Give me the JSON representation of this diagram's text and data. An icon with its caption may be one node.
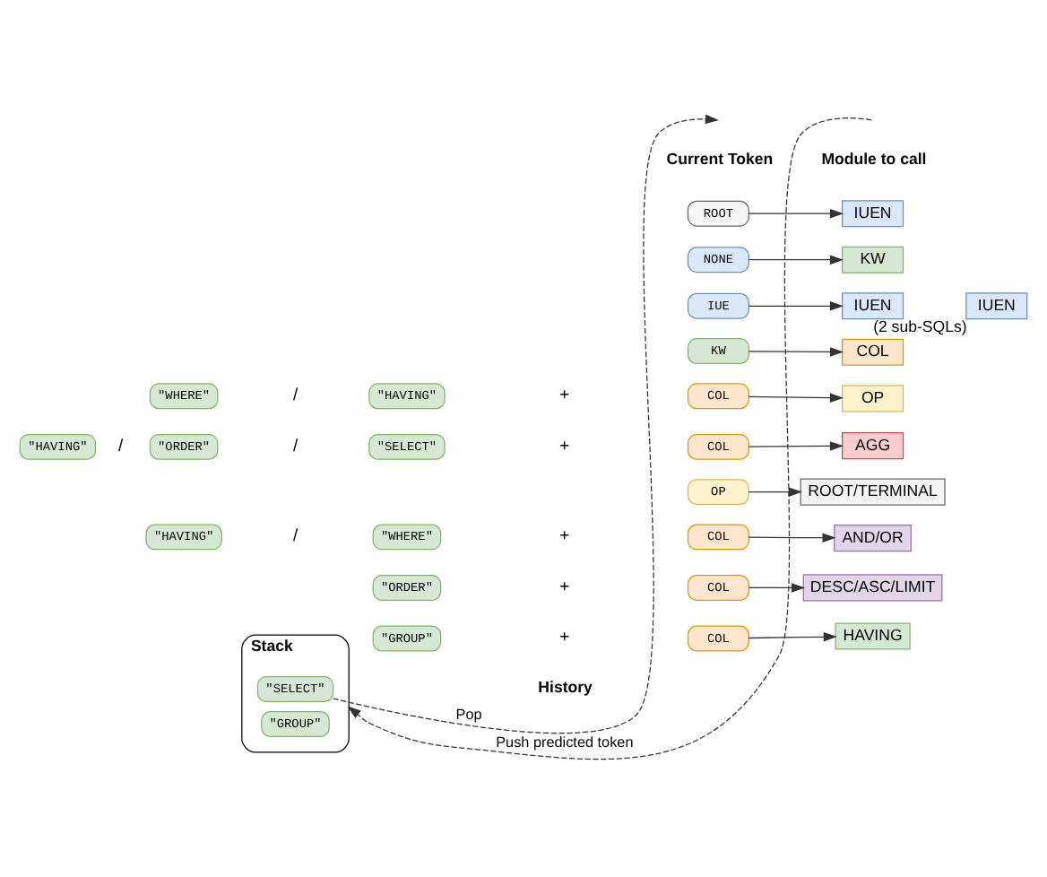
{
  "diagram": {
    "nodes": [
      {
        "text": [
          "Stack"
        ]
      },
      {
        "text": [
          "\"SELECT\""
        ],
        "in": 0
      },
      {
        "text": [
          "\"GROUP\""
        ],
        "in": 0
      },
      {
        "text": [
          "ROOT"
        ]
      },
      {
        "text": [
          "NONE"
        ]
      },
      {
        "text": [
          "IUE"
        ]
      },
      {
        "text": [
          "KW"
        ]
      },
      {
        "text": [
          "COL"
        ]
      },
      {
        "text": [
          "COL"
        ]
      },
      {
        "text": [
          "OP"
        ]
      },
      {
        "text": [
          "COL"
        ]
      },
      {
        "text": [
          "COL"
        ]
      },
      {
        "text": [
          "COL"
        ]
      },
      {
        "text": [
          "IUEN"
        ]
      },
      {
        "text": [
          "KW"
        ]
      },
      {
        "text": [
          "IUEN"
        ]
      },
      {
        "text": [
          "IUEN"
        ],
        "beside": [
          "(2 sub-SQLs)"
        ]
      },
      {
        "text": [
          "COL"
        ]
      },
      {
        "text": [
          "OP"
        ]
      },
      {
        "text": [
          "AGG"
        ]
      },
      {
        "text": [
          "ROOT/TERMINAL"
        ]
      },
      {
        "text": [
          "AND/OR"
        ]
      },
      {
        "text": [
          "DESC/ASC/LIMIT"
        ]
      },
      {
        "text": [
          "HAVING"
        ]
      },
      {
        "text": [
          "\"WHERE\""
        ]
      },
      {
        "text": [
          "\"HAVING\""
        ]
      },
      {
        "text": [
          "\"HAVING\""
        ]
      },
      {
        "text": [
          "\"ORDER\""
        ]
      },
      {
        "text": [
          "\"SELECT\""
        ]
      },
      {
        "text": [
          "\"HAVING\""
        ]
      },
      {
        "text": [
          "\"WHERE\""
        ]
      },
      {
        "text": [
          "\"ORDER\""
        ]
      },
      {
        "text": [
          "\"GROUP\""
        ]
      }
    ],
    "edges": [
      {
        "from": 1,
        "to": null,
        "arrow": "to",
        "label": "Pop",
        "style": "dashed"
      },
      {
        "from": null,
        "to": 0,
        "arrow": "to",
        "label": "Push predicted token",
        "style": "dashed"
      },
      {
        "from": 3,
        "to": 13,
        "arrow": "to"
      },
      {
        "from": 4,
        "to": 14,
        "arrow": "to"
      },
      {
        "from": 5,
        "to": 15,
        "arrow": "to"
      },
      {
        "from": 6,
        "to": 17,
        "arrow": "to"
      },
      {
        "from": 7,
        "to": 18,
        "arrow": "to"
      },
      {
        "from": 8,
        "to": 19,
        "arrow": "to"
      },
      {
        "from": 9,
        "to": 20,
        "arrow": "to"
      },
      {
        "from": 10,
        "to": 21,
        "arrow": "to"
      },
      {
        "from": 11,
        "to": 22,
        "arrow": "to"
      },
      {
        "from": 12,
        "to": 23,
        "arrow": "to"
      }
    ],
    "labels": [
      "Current Token",
      "Module to call",
      "History",
      "/",
      "+",
      "/",
      "/",
      "+",
      "/",
      "+",
      "+",
      "+"
    ]
  }
}
